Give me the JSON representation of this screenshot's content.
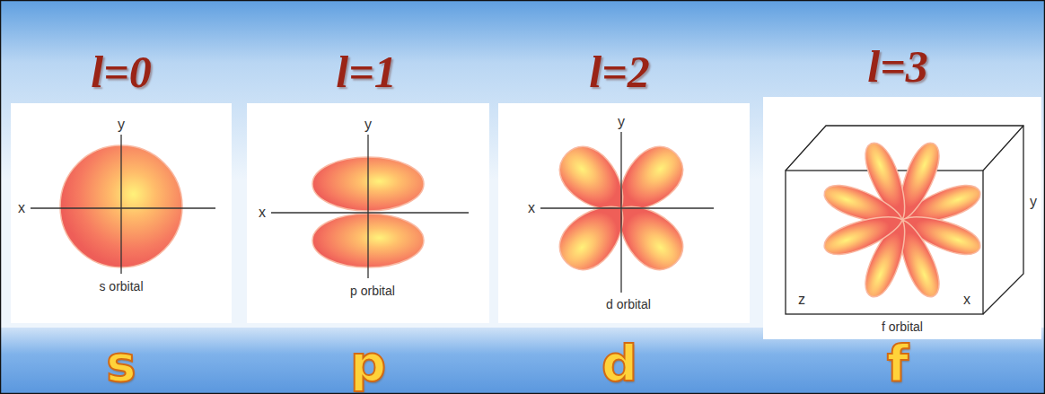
{
  "diagram": {
    "nodes": [
      {
        "text": [
          "l=0",
          "y",
          "x",
          "s orbital"
        ]
      },
      {
        "text": [
          "l=1",
          "y",
          "x",
          "p orbital"
        ]
      },
      {
        "text": [
          "l=2",
          "y",
          "x",
          "d orbital"
        ]
      },
      {
        "text": [
          "l=3",
          "z",
          "y",
          "x",
          "f orbital"
        ]
      }
    ],
    "labels": [
      "s",
      "p",
      "d",
      "f"
    ]
  }
}
